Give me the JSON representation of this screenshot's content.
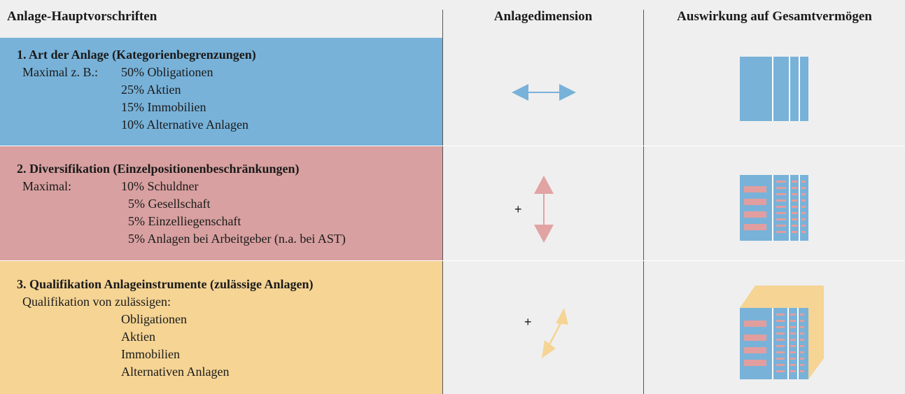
{
  "header": {
    "col1": "Anlage-Hauptvorschriften",
    "col2": "Anlagedimension",
    "col3": "Auswirkung auf Gesamtvermögen"
  },
  "colors": {
    "blue": "#78b2d9",
    "red": "#d8a0a0",
    "yellow": "#f5d494",
    "red_stripe": "#e29e9e",
    "blue_arrow": "#78b2d9",
    "red_arrow": "#e2a3a3",
    "yellow_arrow": "#f5d494"
  },
  "rules": [
    {
      "title": "1. Art der Anlage (Kategorienbegrenzungen)",
      "label": "Maximal z. B.:",
      "items": [
        "50% Obligationen",
        "25% Aktien",
        "15% Immobilien",
        "10% Alternative Anlagen"
      ],
      "dimension_icon": "horizontal-double-arrow-icon",
      "effect_icon": "vertical-bars-icon"
    },
    {
      "title": "2. Diversifikation (Einzelpositionenbeschränkungen)",
      "label": "Maximal:",
      "items": [
        "10% Schuldner",
        "5% Gesellschaft",
        "5% Einzelliegenschaft",
        "5% Anlagen bei Arbeitgeber (n.a. bei AST)"
      ],
      "plus": "+",
      "dimension_icon": "vertical-double-arrow-icon",
      "effect_icon": "bars-with-stripes-icon"
    },
    {
      "title": "3. Qualifikation Anlageinstrumente (zulässige Anlagen)",
      "label": "Qualifikation von zulässigen:",
      "items": [
        "Obligationen",
        "Aktien",
        "Immobilien",
        "Alternativen Anlagen"
      ],
      "plus": "+",
      "dimension_icon": "diagonal-double-arrow-icon",
      "effect_icon": "cube-icon"
    }
  ]
}
